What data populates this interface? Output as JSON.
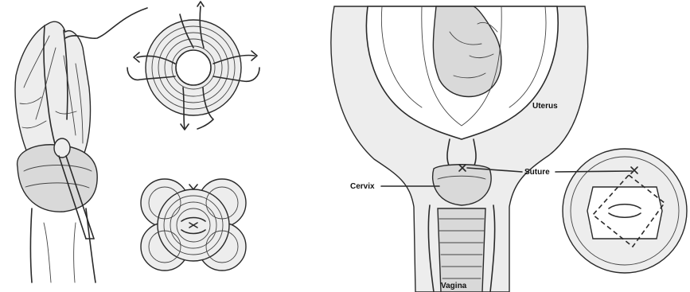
{
  "labels": {
    "uterus": "Uterus",
    "cervix": "Cervix",
    "suture": "Suture",
    "vagina": "Vagina"
  },
  "colors": {
    "ink": "#2a2a2a",
    "shading": "#d9d9d9",
    "background": "#ffffff"
  }
}
